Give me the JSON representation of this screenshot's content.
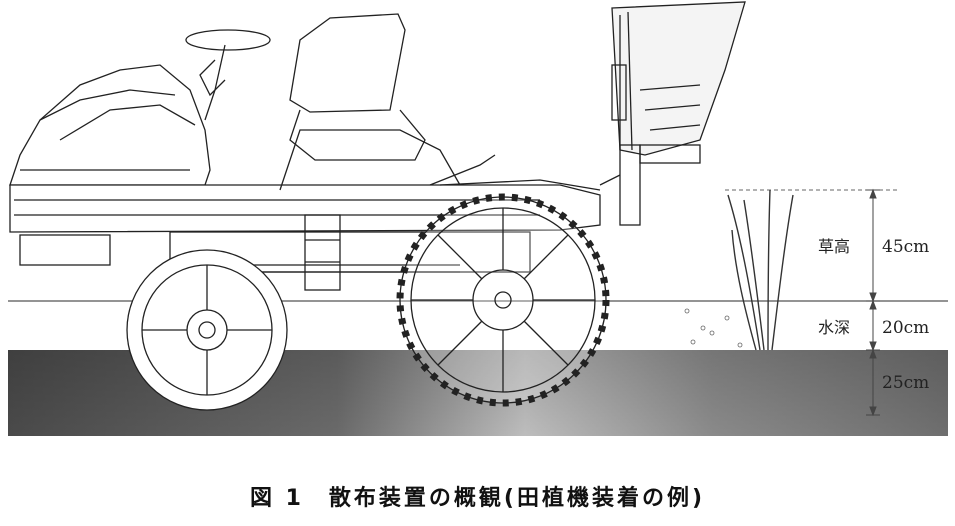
{
  "figure": {
    "caption": "図 1　散布装置の概観(田植機装着の例)",
    "layers": [
      {
        "name": "草高",
        "measure": "45cm"
      },
      {
        "name": "水深",
        "measure": "20cm"
      },
      {
        "name": "",
        "measure": "25cm"
      }
    ]
  }
}
